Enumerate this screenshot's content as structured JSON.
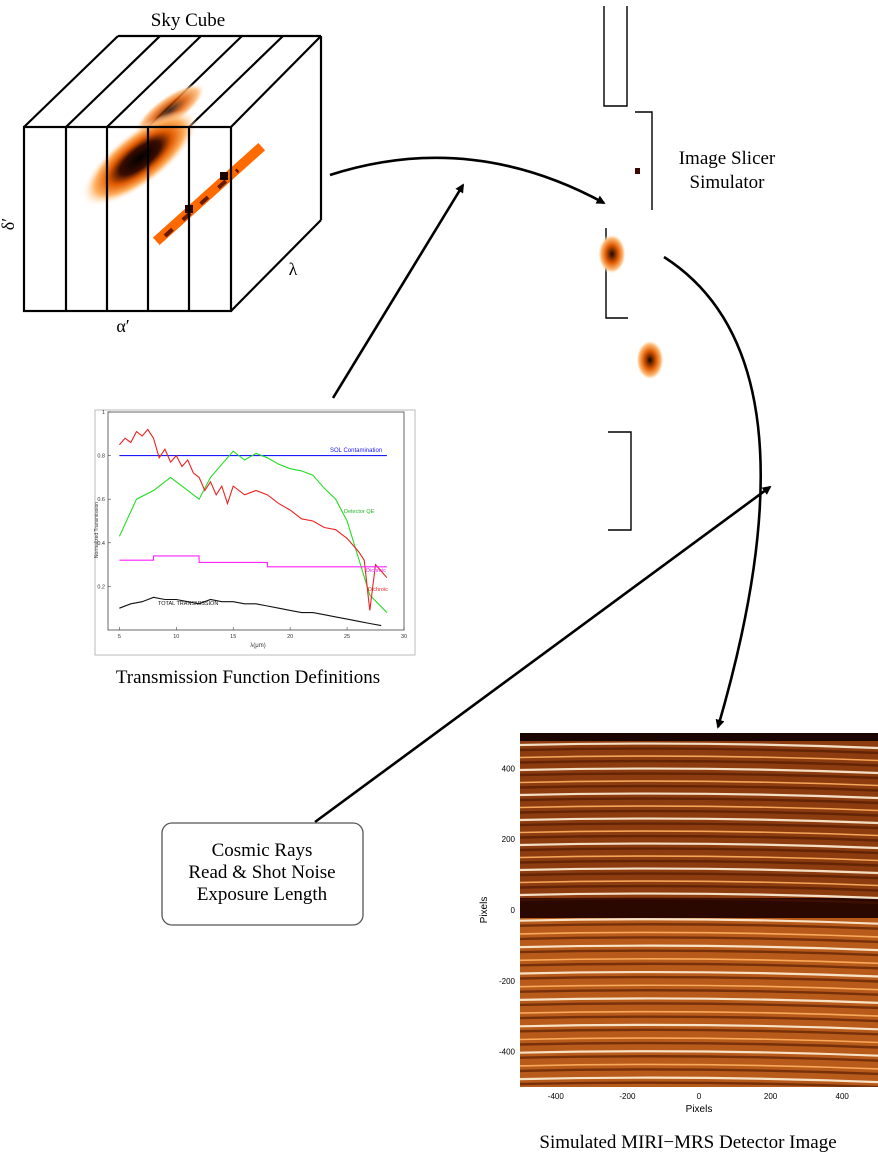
{
  "sky_cube": {
    "title": "Sky Cube",
    "axis_delta": "δ′",
    "axis_alpha": "α′",
    "axis_lambda": "λ"
  },
  "slicer": {
    "label_line1": "Image Slicer",
    "label_line2": "Simulator"
  },
  "transmission": {
    "caption": "Transmission Function Definitions",
    "chart_data": {
      "type": "line",
      "xlabel": "λ(μm)",
      "ylabel": "Normalized Transmission",
      "xlim": [
        4,
        30
      ],
      "ylim": [
        0,
        1
      ],
      "x_ticks": [
        "5",
        "10",
        "15",
        "20",
        "25",
        "30"
      ],
      "y_ticks": [
        "0.2",
        "0.4",
        "0.6",
        "0.8",
        "1"
      ],
      "annotations": [
        "SOL Contamination",
        "Detector QE",
        "Dichroic",
        "Dichroic",
        "TOTAL TRANSMISSION"
      ],
      "series": [
        {
          "name": "SOL Contamination",
          "color": "#1a1aff",
          "x": [
            5,
            28.5
          ],
          "y": [
            0.8,
            0.8
          ]
        },
        {
          "name": "Detector QE",
          "color": "#22dd22",
          "x": [
            5,
            6.5,
            8,
            9.5,
            10.5,
            12,
            13,
            14,
            15,
            16,
            17,
            18,
            19,
            20,
            21,
            22,
            23,
            24,
            25,
            26,
            27,
            28.5
          ],
          "y": [
            0.43,
            0.6,
            0.64,
            0.7,
            0.66,
            0.6,
            0.7,
            0.76,
            0.82,
            0.78,
            0.81,
            0.79,
            0.76,
            0.74,
            0.73,
            0.71,
            0.65,
            0.6,
            0.5,
            0.33,
            0.16,
            0.08
          ]
        },
        {
          "name": "",
          "color": "#ee2222",
          "x": [
            5,
            5.5,
            6,
            6.5,
            7,
            7.5,
            8,
            8.5,
            9,
            9.5,
            10,
            10.5,
            11,
            11.5,
            12,
            12.5,
            13,
            13.5,
            14,
            14.5,
            15,
            16,
            17,
            18,
            19,
            20,
            21,
            22,
            23,
            24,
            25,
            26,
            26.5,
            27,
            27.5,
            28,
            28.5
          ],
          "y": [
            0.85,
            0.88,
            0.86,
            0.91,
            0.89,
            0.92,
            0.88,
            0.79,
            0.83,
            0.77,
            0.8,
            0.75,
            0.78,
            0.72,
            0.7,
            0.64,
            0.68,
            0.62,
            0.66,
            0.58,
            0.66,
            0.62,
            0.64,
            0.62,
            0.58,
            0.55,
            0.51,
            0.5,
            0.47,
            0.46,
            0.42,
            0.36,
            0.32,
            0.09,
            0.3,
            0.27,
            0.24
          ]
        },
        {
          "name": "Dichroic",
          "color": "#ff22ff",
          "x": [
            5,
            8,
            8,
            12,
            12,
            18,
            18,
            28.5
          ],
          "y": [
            0.32,
            0.32,
            0.34,
            0.34,
            0.31,
            0.31,
            0.29,
            0.29
          ]
        },
        {
          "name": "TOTAL TRANSMISSION",
          "color": "#111111",
          "x": [
            5,
            6,
            7,
            8,
            9,
            10,
            11,
            12,
            13,
            14,
            15,
            16,
            17,
            18,
            19,
            20,
            21,
            22,
            23,
            24,
            25,
            26,
            27,
            28
          ],
          "y": [
            0.1,
            0.12,
            0.13,
            0.15,
            0.14,
            0.14,
            0.13,
            0.12,
            0.14,
            0.13,
            0.13,
            0.12,
            0.12,
            0.11,
            0.1,
            0.09,
            0.08,
            0.08,
            0.07,
            0.06,
            0.05,
            0.04,
            0.03,
            0.02
          ]
        }
      ]
    }
  },
  "noise_box": {
    "line1": "Cosmic Rays",
    "line2": "Read & Shot Noise",
    "line3": "Exposure Length"
  },
  "detector": {
    "caption": "Simulated MIRI−MRS Detector Image",
    "chart_data": {
      "type": "heatmap",
      "xlabel": "Pixels",
      "ylabel": "Pixels",
      "xlim": [
        -500,
        500
      ],
      "ylim": [
        -500,
        500
      ],
      "x_ticks": [
        "-400",
        "-200",
        "0",
        "200",
        "400"
      ],
      "y_ticks": [
        "400",
        "200",
        "0",
        "-200",
        "-400"
      ]
    }
  },
  "colors": {
    "ink": "#000000",
    "hot_dark": "#5a1600",
    "hot_mid": "#ff7a10",
    "hot_light": "#ffd39a",
    "detector_bg": "#b85a1a"
  }
}
